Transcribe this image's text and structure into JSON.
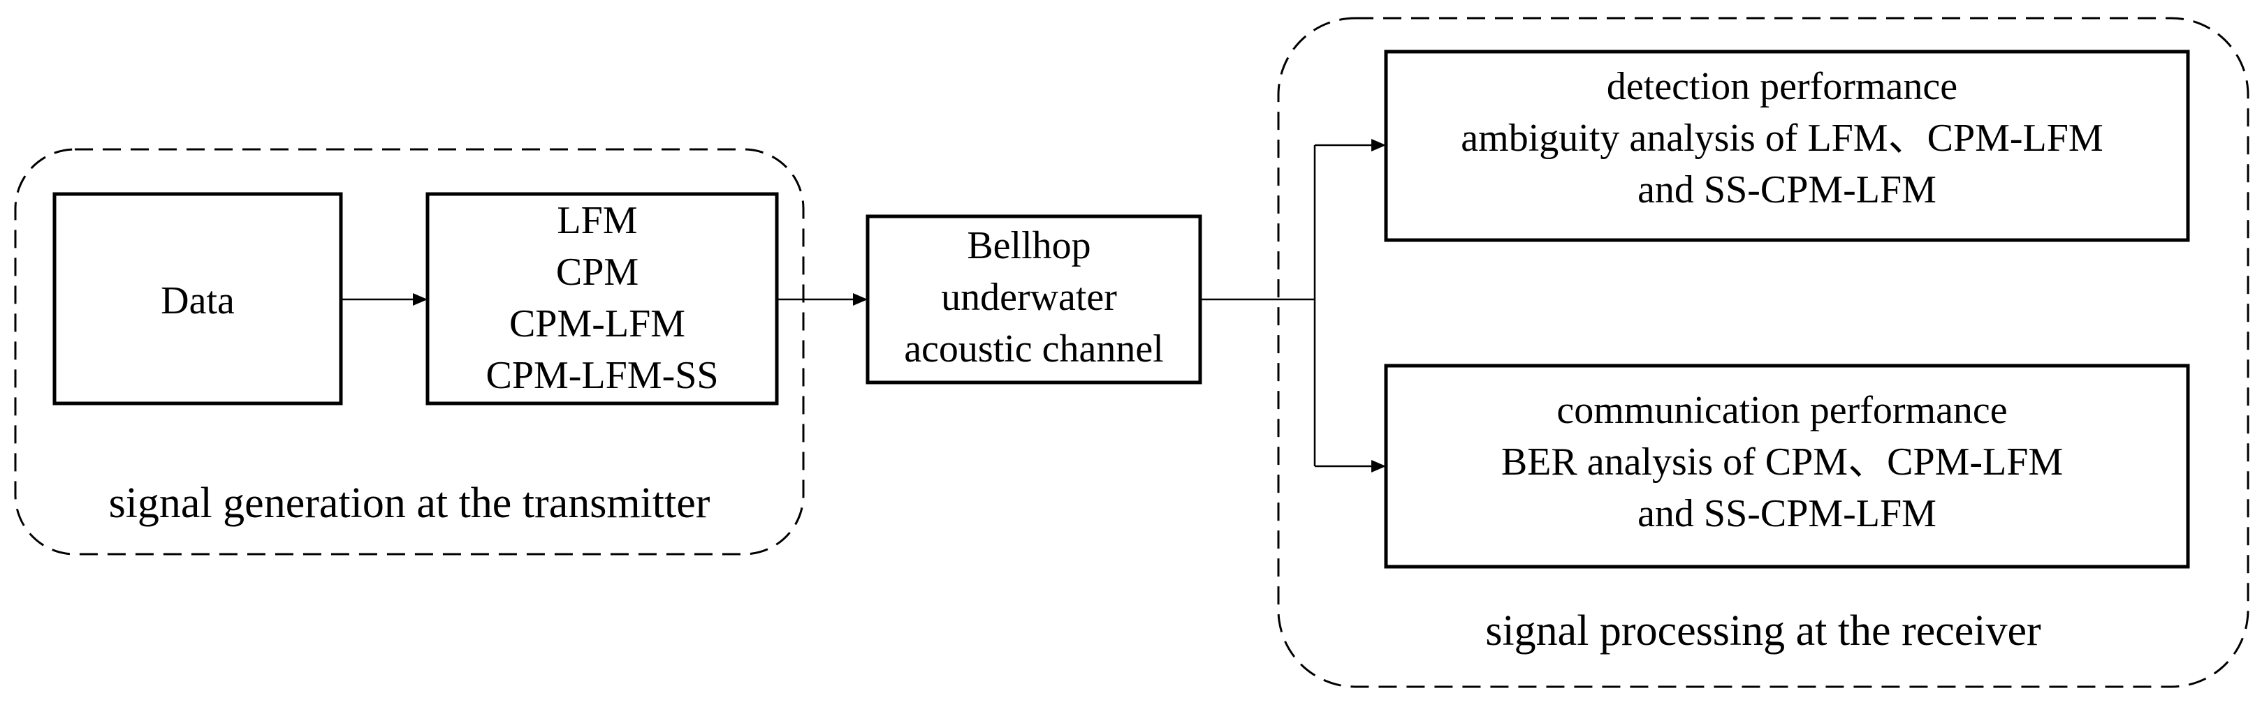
{
  "groups": {
    "transmitter": {
      "label": "signal generation at the transmitter"
    },
    "receiver": {
      "label": "signal processing at the receiver"
    }
  },
  "blocks": {
    "data": {
      "lines": [
        "Data"
      ]
    },
    "modulation": {
      "lines": [
        "LFM",
        "CPM",
        "CPM-LFM",
        "CPM-LFM-SS"
      ]
    },
    "channel": {
      "lines": [
        "Bellhop",
        "underwater",
        "acoustic channel"
      ]
    },
    "detection": {
      "lines": [
        "detection performance",
        "ambiguity analysis of LFM、CPM-LFM",
        "and SS-CPM-LFM"
      ]
    },
    "communication": {
      "lines": [
        "communication performance",
        "BER analysis of CPM、CPM-LFM",
        "and SS-CPM-LFM"
      ]
    }
  },
  "colors": {
    "stroke": "#000000",
    "background": "#ffffff"
  }
}
